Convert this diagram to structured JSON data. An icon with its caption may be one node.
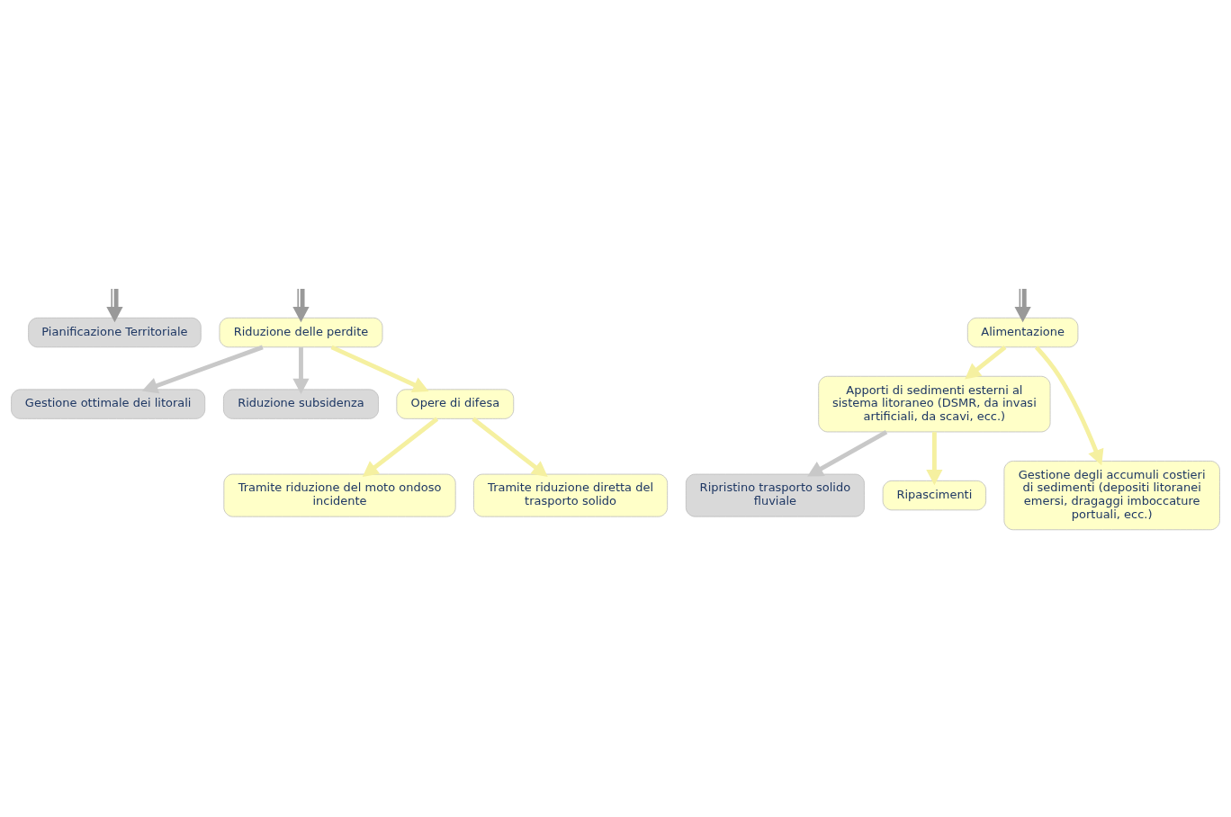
{
  "diagram": {
    "nodes": [
      {
        "text": [
          "Pianificazione Territoriale"
        ]
      },
      {
        "text": [
          "Riduzione delle perdite"
        ]
      },
      {
        "text": [
          "Alimentazione"
        ]
      },
      {
        "text": [
          "Gestione ottimale dei litorali"
        ]
      },
      {
        "text": [
          "Riduzione subsidenza"
        ]
      },
      {
        "text": [
          "Opere di difesa"
        ]
      },
      {
        "text": [
          "Apporti di sedimenti esterni al sistema litoraneo (DSMR, da invasi artificiali, da scavi, ecc.)"
        ]
      },
      {
        "text": [
          "Ripristino trasporto solido fluviale"
        ]
      },
      {
        "text": [
          "Ripascimenti"
        ]
      },
      {
        "text": [
          "Tramite riduzione del moto ondoso incidente"
        ]
      },
      {
        "text": [
          "Tramite riduzione diretta del trasporto solido"
        ]
      },
      {
        "text": [
          "Gestione degli accumuli costieri di sedimenti (depositi litoranei emersi, dragaggi imboccature portuali, ecc.)"
        ]
      }
    ],
    "edges": [
      {
        "from": null,
        "to": 0,
        "arrow": "to",
        "color": "#ffffff"
      },
      {
        "from": null,
        "to": 1,
        "arrow": "to",
        "color": "#ffffff"
      },
      {
        "from": null,
        "to": 2,
        "arrow": "to",
        "color": "#ffffff"
      },
      {
        "from": 1,
        "to": 3,
        "arrow": "to",
        "color": "#c8c8c8"
      },
      {
        "from": 1,
        "to": 4,
        "arrow": "to",
        "color": "#c8c8c8"
      },
      {
        "from": 1,
        "to": 5,
        "arrow": "to"
      },
      {
        "from": 2,
        "to": 6,
        "arrow": "to"
      },
      {
        "from": 2,
        "to": 11,
        "arrow": "to"
      },
      {
        "from": 6,
        "to": 7,
        "arrow": "to",
        "color": "#c8c8c8"
      },
      {
        "from": 6,
        "to": 8,
        "arrow": "to"
      },
      {
        "from": 5,
        "to": 9,
        "arrow": "to"
      },
      {
        "from": 5,
        "to": 10,
        "arrow": "to"
      }
    ]
  }
}
